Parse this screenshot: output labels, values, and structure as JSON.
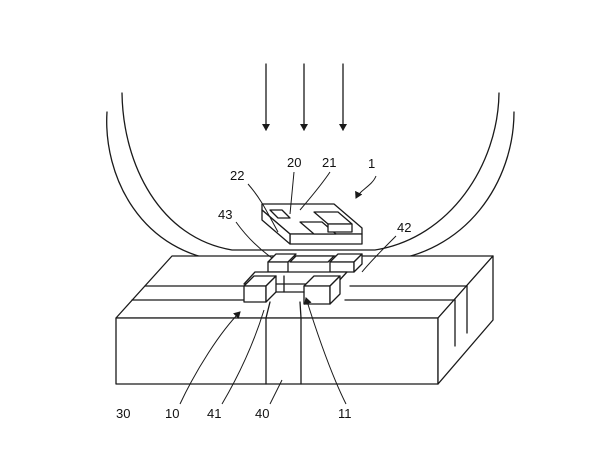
{
  "figure": {
    "labels": {
      "ref_1": "1",
      "ref_20": "20",
      "ref_21": "21",
      "ref_22": "22",
      "ref_43": "43",
      "ref_42": "42",
      "ref_30": "30",
      "ref_10": "10",
      "ref_41": "41",
      "ref_40": "40",
      "ref_11": "11"
    },
    "arrow_count": 3
  }
}
